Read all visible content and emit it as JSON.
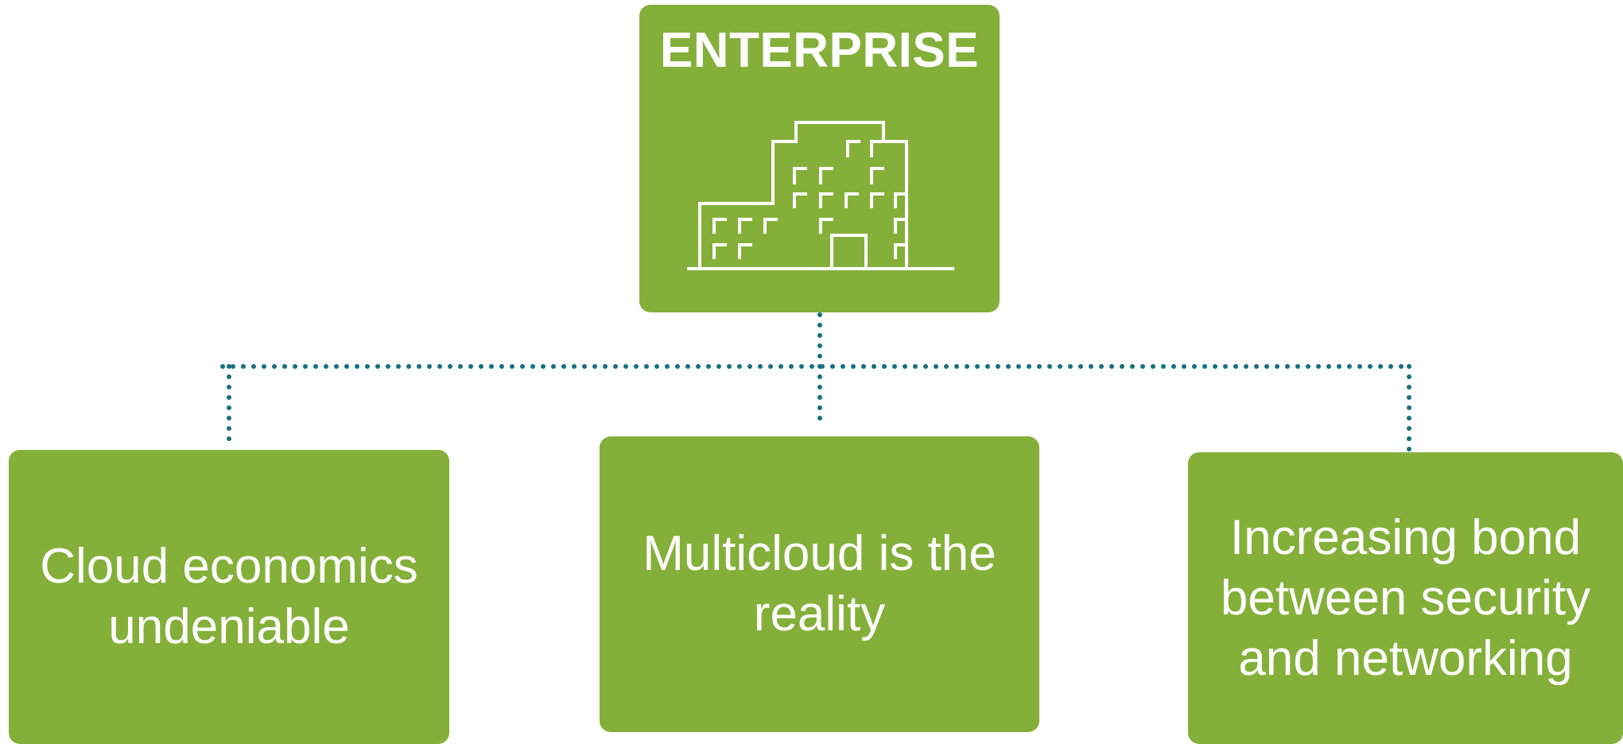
{
  "colors": {
    "box": "#84b03a",
    "connector": "#16707e",
    "text": "#ffffff",
    "icon_stroke": "#ffffff"
  },
  "root": {
    "title": "ENTERPRISE",
    "icon": "office-building-icon"
  },
  "children": [
    {
      "label": "Cloud economics undeniable"
    },
    {
      "label": "Multicloud is the reality"
    },
    {
      "label": "Increasing bond between security and networking"
    }
  ]
}
